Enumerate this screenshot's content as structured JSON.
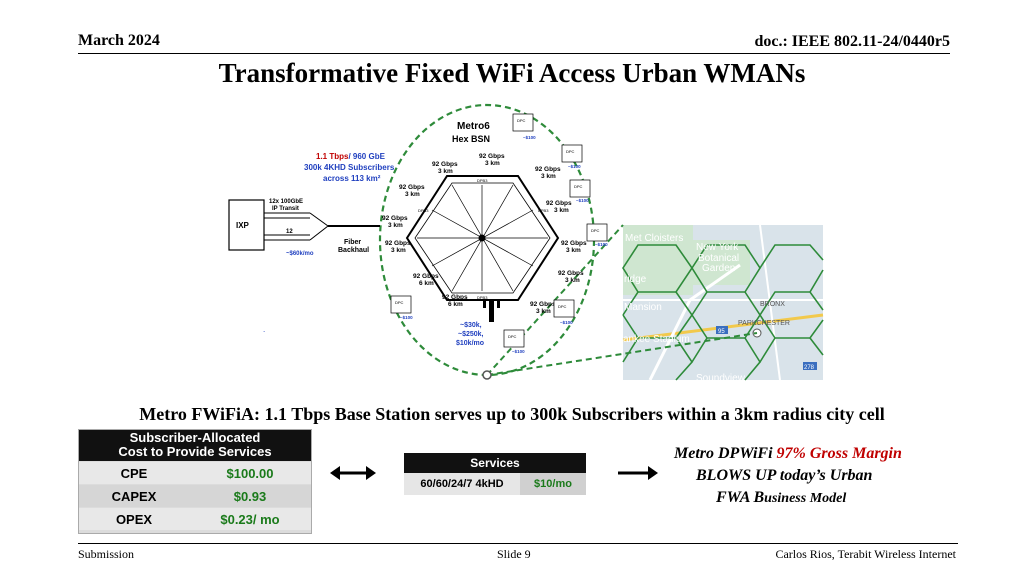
{
  "header": {
    "date": "March 2024",
    "doc": "doc.: IEEE 802.11-24/0440r5"
  },
  "title": "Transformative Fixed WiFi Access Urban WMANs",
  "diagram": {
    "capacity_red": "1.1 Tbps",
    "capacity_blue": "/ 960 GbE",
    "subscribers": "300k 4KHD Subscribers",
    "area": "across 113 km²",
    "ixp": "IXP",
    "transit": "12x 100GbE",
    "transit2": "IP Transit",
    "port": "12",
    "backhaul_cost": "~$60k/mo",
    "fiber": "Fiber",
    "fiber2": "Backhaul",
    "bsn_name": "Metro6",
    "bsn_type": "Hex BSN",
    "dpb_top": "DPB3",
    "dpb_bottom": "DPB3",
    "dpb_left": "DPB3",
    "dpb_right": "DPB3",
    "link_rate": "92 Gbps",
    "link_3km": "3 km",
    "link_6km": "6 km",
    "dpc": "DPC",
    "dpc_cost": "~$100",
    "tower_cost1": "~$30k,",
    "tower_cost2": "~$250k,",
    "tower_cost3": "$10k/mo",
    "map_labels": [
      "Met Cloisters",
      "New York",
      "Botanical",
      "Garden",
      "ridge",
      "Mansion",
      "BRONX",
      "PARKCHESTER",
      "ankee Stadium",
      "Soundview",
      "95",
      "278"
    ]
  },
  "caption": "Metro FWiFiA: 1.1 Tbps Base Station serves up to 300k Subscribers within a 3km radius city cell",
  "cost_table": {
    "header_line1": "Subscriber-Allocated",
    "header_line2": "Cost to Provide Services",
    "rows": [
      {
        "label": "CPE",
        "value": "$100.00"
      },
      {
        "label": "CAPEX",
        "value": "$0.93"
      },
      {
        "label": "OPEX",
        "value": "$0.23/ mo"
      }
    ]
  },
  "services_table": {
    "header": "Services",
    "row": {
      "label": "60/60/24/7 4kHD",
      "value": "$10/mo"
    }
  },
  "claim": {
    "prefix": "Metro DPWiFi ",
    "highlight": "97% Gross Margin",
    "line2": "BLOWS UP today’s Urban",
    "line3_a": "FWA B",
    "line3_b": "usiness Model"
  },
  "footer": {
    "left": "Submission",
    "center": "Slide 9",
    "right": "Carlos Rios, Terabit Wireless Internet"
  },
  "colors": {
    "green_dashed": "#2e8b3a",
    "gross_margin_red": "#c00000",
    "capacity_blue": "#1f3fbf",
    "value_green": "#1a7a1a"
  }
}
